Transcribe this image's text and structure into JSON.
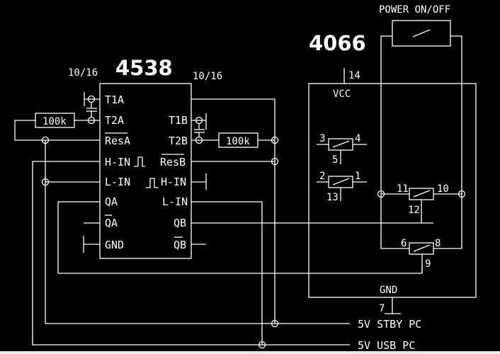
{
  "ic_4538": {
    "name": "4538",
    "cap_left": "10/16",
    "cap_right": "10/16",
    "left_pins": [
      "T1A",
      "T2A",
      "ResA",
      "H-IN",
      "L-IN",
      "QA",
      "QA",
      "GND"
    ],
    "right_pins": [
      "T1B",
      "T2B",
      "ResB",
      "H-IN",
      "L-IN",
      "QB",
      "QB"
    ],
    "resistor_left": "100k",
    "resistor_right": "100k"
  },
  "ic_4066": {
    "name": "4066",
    "vcc_label": "VCC",
    "vcc_pin": "14",
    "gnd_label": "GND",
    "gnd_pin": "7",
    "switch_a": {
      "in": "3",
      "out": "4",
      "ctrl": "5"
    },
    "switch_b": {
      "in": "2",
      "out": "1",
      "ctrl": "13"
    },
    "switch_c": {
      "in": "11",
      "out": "10",
      "ctrl": "12"
    },
    "switch_d": {
      "in": "6",
      "out": "8",
      "ctrl": "9"
    }
  },
  "power_switch_label": "POWER ON/OFF",
  "rails": {
    "stby": "5V STBY PC",
    "usb": "5V USB PC"
  }
}
